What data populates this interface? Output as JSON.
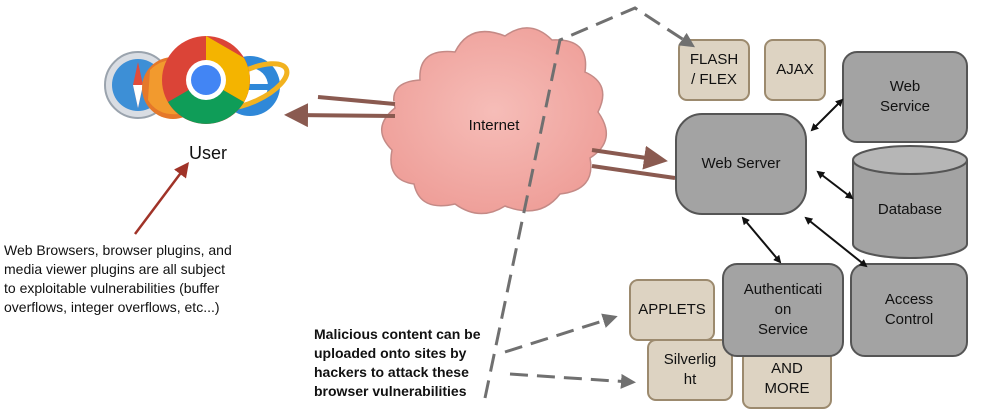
{
  "user": {
    "label": "User"
  },
  "internet": {
    "label": "Internet"
  },
  "nodes": {
    "flash": [
      "FLASH",
      "/ FLEX"
    ],
    "ajax": [
      "AJAX"
    ],
    "web_service": [
      "Web",
      "Service"
    ],
    "web_server": [
      "Web Server"
    ],
    "database": [
      "Database"
    ],
    "auth_service": [
      "Authenticati",
      "on",
      "Service"
    ],
    "access_control": [
      "Access",
      "Control"
    ],
    "applets": [
      "APPLETS"
    ],
    "silverlight": [
      "Silverlig",
      "ht"
    ],
    "and_more": [
      "AND",
      "MORE"
    ]
  },
  "notes": {
    "browser_vulns": [
      "Web Browsers, browser plugins, and",
      "media viewer plugins are all subject",
      "to exploitable vulnerabilities (buffer",
      "overflows, integer overflows, etc...)"
    ],
    "malicious": [
      "Malicious content can be",
      "uploaded onto sites by",
      "hackers to attack these",
      "browser vulnerabilities"
    ]
  },
  "colors": {
    "cloud_fill": "#f2aaa5",
    "cloud_stroke": "#c48a86",
    "arrow_brown": "#8a5a50",
    "plugin_fill": "#ddd3c2",
    "plugin_stroke": "#9c8a6e",
    "server_fill": "#a3a3a3",
    "server_stroke": "#555555",
    "dash": "#707070",
    "red_arrow": "#a03328"
  },
  "icons": [
    "safari-icon",
    "firefox-icon",
    "chrome-icon",
    "ie-icon"
  ]
}
